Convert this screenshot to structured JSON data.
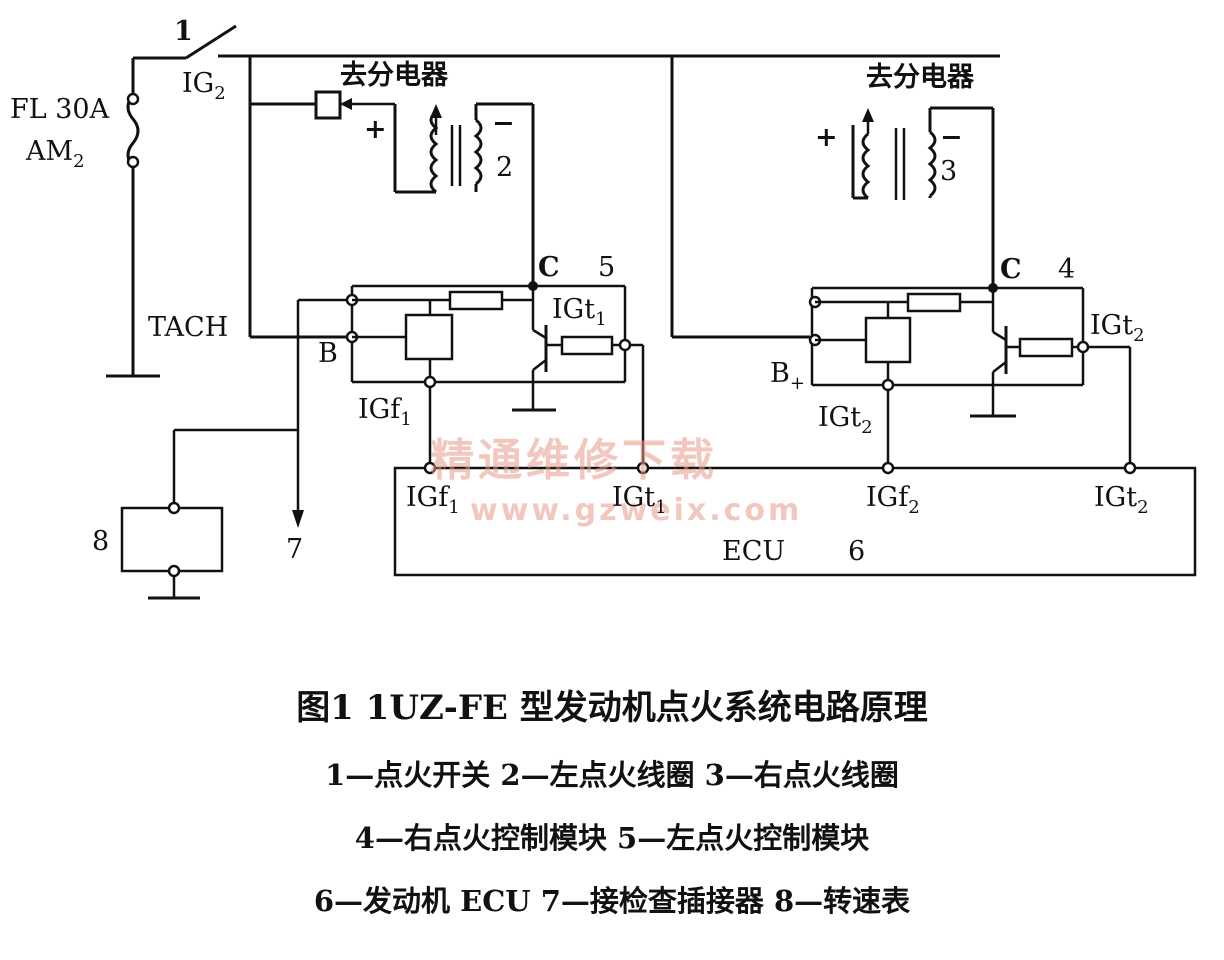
{
  "labels": {
    "switch_no": "1",
    "ig2": "IG",
    "ig2_sub": "2",
    "fuse_line1": "FL 30A",
    "fuse_line2": "AM",
    "fuse_line2_sub": "2",
    "to_distributor_left": "去分电器",
    "to_distributor_right": "去分电器",
    "plus": "+",
    "minus": "−",
    "coil_left_no": "2",
    "coil_right_no": "3",
    "tach": "TACH",
    "c_left": "C",
    "c_right": "C",
    "module_left_no": "5",
    "module_right_no": "4",
    "b_left": "B",
    "b_right": "B",
    "b_right_sub": "+",
    "igt": "IGt",
    "igf": "IGf",
    "sub1": "1",
    "sub2": "2",
    "tach_meter_no": "8",
    "check_connector_no": "7",
    "ecu": "ECU",
    "ecu_no": "6"
  },
  "watermark": {
    "cn": "精通维修下载",
    "url": "www.gzweix.com"
  },
  "caption": {
    "title": "图1 1UZ-FE 型发动机点火系统电路原理",
    "legend_line1": "1—点火开关   2—左点火线圈   3—右点火线圈",
    "legend_line2": "4—右点火控制模块   5—左点火控制模块",
    "legend_line3": "6—发动机 ECU   7—接检查插接器   8—转速表"
  }
}
